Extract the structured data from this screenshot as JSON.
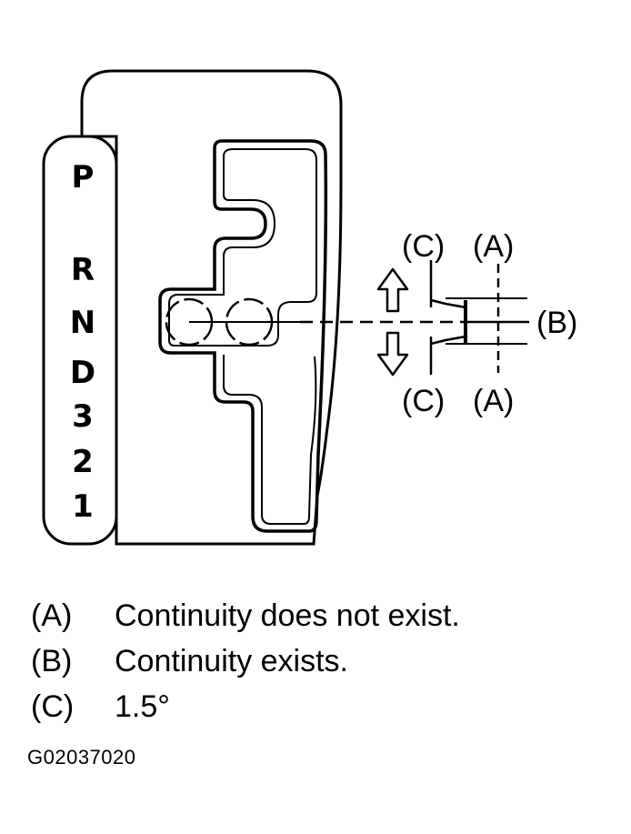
{
  "gear_positions": [
    "P",
    "R",
    "N",
    "D",
    "3",
    "2",
    "1"
  ],
  "callouts": {
    "top_c": "(C)",
    "top_a": "(A)",
    "right_b": "(B)",
    "bottom_c": "(C)",
    "bottom_a": "(A)"
  },
  "legend": [
    {
      "key": "(A)",
      "text": "Continuity does not exist."
    },
    {
      "key": "(B)",
      "text": "Continuity exists."
    },
    {
      "key": "(C)",
      "text": "1.5°"
    }
  ],
  "figure_code": "G02037020",
  "colors": {
    "line": "#000000",
    "background": "#ffffff"
  }
}
